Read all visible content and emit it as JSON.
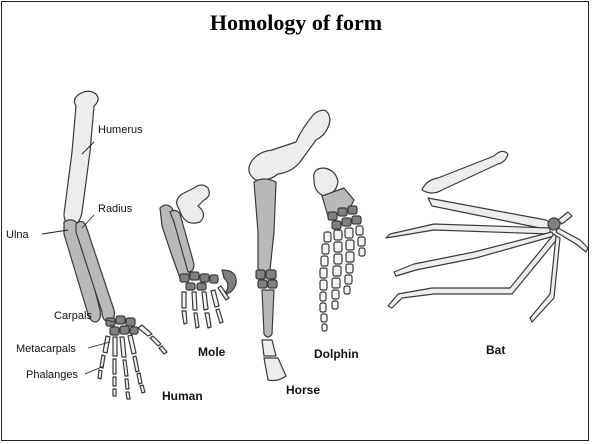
{
  "title": "Homology of form",
  "bone_labels": {
    "humerus": "Humerus",
    "radius": "Radius",
    "ulna": "Ulna",
    "carpals": "Carpals",
    "metacarpals": "Metacarpals",
    "phalanges": "Phalanges"
  },
  "species": {
    "human": "Human",
    "mole": "Mole",
    "horse": "Horse",
    "dolphin": "Dolphin",
    "bat": "Bat"
  },
  "colors": {
    "humerus_fill": "#ededed",
    "radius_ulna_fill": "#b9b9b9",
    "carpal_fill": "#808080",
    "outline": "#3a3a3a"
  }
}
